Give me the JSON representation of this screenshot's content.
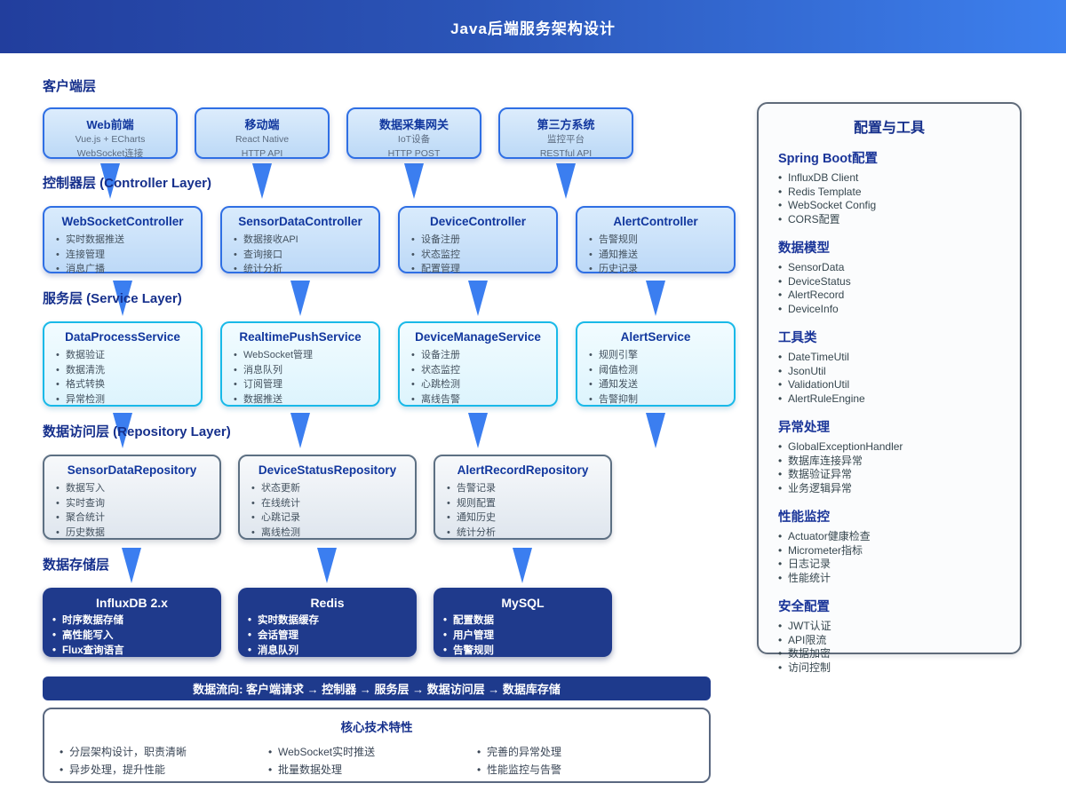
{
  "header": {
    "title": "Java后端服务架构设计"
  },
  "diagram": {
    "client": {
      "label": "客户端层",
      "boxes": [
        {
          "title": "Web前端",
          "lines": [
            "Vue.js + ECharts",
            "WebSocket连接"
          ]
        },
        {
          "title": "移动端",
          "lines": [
            "React Native",
            "HTTP API"
          ]
        },
        {
          "title": "数据采集网关",
          "lines": [
            "IoT设备",
            "HTTP POST"
          ]
        },
        {
          "title": "第三方系统",
          "lines": [
            "监控平台",
            "RESTful API"
          ]
        }
      ]
    },
    "controller": {
      "label": "控制器层 (Controller Layer)",
      "boxes": [
        {
          "title": "WebSocketController",
          "items": [
            "实时数据推送",
            "连接管理",
            "消息广播"
          ]
        },
        {
          "title": "SensorDataController",
          "items": [
            "数据接收API",
            "查询接口",
            "统计分析"
          ]
        },
        {
          "title": "DeviceController",
          "items": [
            "设备注册",
            "状态监控",
            "配置管理"
          ]
        },
        {
          "title": "AlertController",
          "items": [
            "告警规则",
            "通知推送",
            "历史记录"
          ]
        }
      ]
    },
    "service": {
      "label": "服务层 (Service Layer)",
      "boxes": [
        {
          "title": "DataProcessService",
          "items": [
            "数据验证",
            "数据清洗",
            "格式转换",
            "异常检测"
          ]
        },
        {
          "title": "RealtimePushService",
          "items": [
            "WebSocket管理",
            "消息队列",
            "订阅管理",
            "数据推送"
          ]
        },
        {
          "title": "DeviceManageService",
          "items": [
            "设备注册",
            "状态监控",
            "心跳检测",
            "离线告警"
          ]
        },
        {
          "title": "AlertService",
          "items": [
            "规则引擎",
            "阈值检测",
            "通知发送",
            "告警抑制"
          ]
        }
      ]
    },
    "repository": {
      "label": "数据访问层 (Repository Layer)",
      "boxes": [
        {
          "title": "SensorDataRepository",
          "items": [
            "数据写入",
            "实时查询",
            "聚合统计",
            "历史数据"
          ]
        },
        {
          "title": "DeviceStatusRepository",
          "items": [
            "状态更新",
            "在线统计",
            "心跳记录",
            "离线检测"
          ]
        },
        {
          "title": "AlertRecordRepository",
          "items": [
            "告警记录",
            "规则配置",
            "通知历史",
            "统计分析"
          ]
        }
      ]
    },
    "storage": {
      "label": "数据存储层",
      "boxes": [
        {
          "title": "InfluxDB 2.x",
          "items": [
            "时序数据存储",
            "高性能写入",
            "Flux查询语言"
          ]
        },
        {
          "title": "Redis",
          "items": [
            "实时数据缓存",
            "会话管理",
            "消息队列"
          ]
        },
        {
          "title": "MySQL",
          "items": [
            "配置数据",
            "用户管理",
            "告警规则"
          ]
        }
      ]
    },
    "flow_bar": "数据流向: 客户端请求 → 控制器 → 服务层 → 数据访问层 → 数据库存储",
    "features": {
      "title": "核心技术特性",
      "columns": [
        [
          "分层架构设计，职责清晰",
          "异步处理，提升性能"
        ],
        [
          "WebSocket实时推送",
          "批量数据处理"
        ],
        [
          "完善的异常处理",
          "性能监控与告警"
        ]
      ]
    }
  },
  "side_panel": {
    "title": "配置与工具",
    "sections": [
      {
        "heading": "Spring Boot配置",
        "items": [
          "InfluxDB Client",
          "Redis Template",
          "WebSocket Config",
          "CORS配置"
        ]
      },
      {
        "heading": "数据模型",
        "items": [
          "SensorData",
          "DeviceStatus",
          "AlertRecord",
          "DeviceInfo"
        ]
      },
      {
        "heading": "工具类",
        "items": [
          "DateTimeUtil",
          "JsonUtil",
          "ValidationUtil",
          "AlertRuleEngine"
        ]
      },
      {
        "heading": "异常处理",
        "items": [
          "GlobalExceptionHandler",
          "数据库连接异常",
          "数据验证异常",
          "业务逻辑异常"
        ]
      },
      {
        "heading": "性能监控",
        "items": [
          "Actuator健康检查",
          "Micrometer指标",
          "日志记录",
          "性能统计"
        ]
      },
      {
        "heading": "安全配置",
        "items": [
          "JWT认证",
          "API限流",
          "数据加密",
          "访问控制"
        ]
      }
    ]
  },
  "colors": {
    "header_gradient_start": "#223e9d",
    "header_gradient_end": "#3d80ee",
    "arrow_blue": "#3b7ef0",
    "box_border_blue": "#2f6fe4",
    "box_border_cyan": "#19b9e8",
    "box_border_gray": "#5d7083",
    "navy_text": "#16308c",
    "storage_bg": "#1f3a8c"
  }
}
